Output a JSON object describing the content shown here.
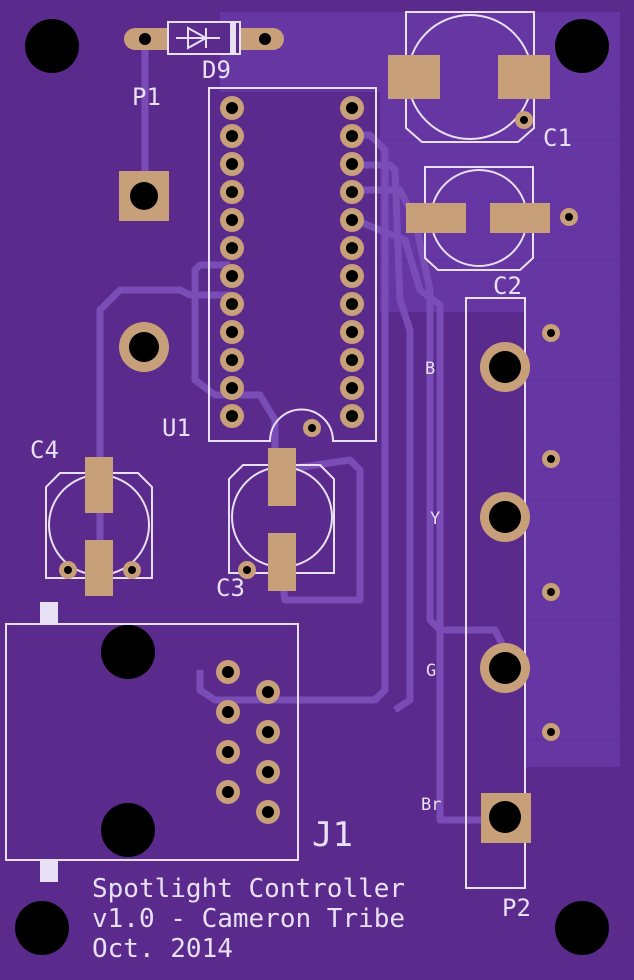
{
  "board": {
    "colors": {
      "substrate": "#5a2a8c",
      "copper_fill": "#6636a3",
      "trace": "#7a4cb5",
      "pad": "#c7a07a",
      "silkscreen": "#e8e0f4",
      "hole": "#000000"
    }
  },
  "labels": {
    "d9": "D9",
    "p1": "P1",
    "u1": "U1",
    "c1": "C1",
    "c2": "C2",
    "c3": "C3",
    "c4": "C4",
    "j1": "J1",
    "p2": "P2",
    "pin_b": "B",
    "pin_y": "Y",
    "pin_g": "G",
    "pin_br": "Br"
  },
  "title_block": {
    "line1": "Spotlight Controller",
    "line2": "v1.0 - Cameron Tribe",
    "line3": "Oct. 2014"
  }
}
